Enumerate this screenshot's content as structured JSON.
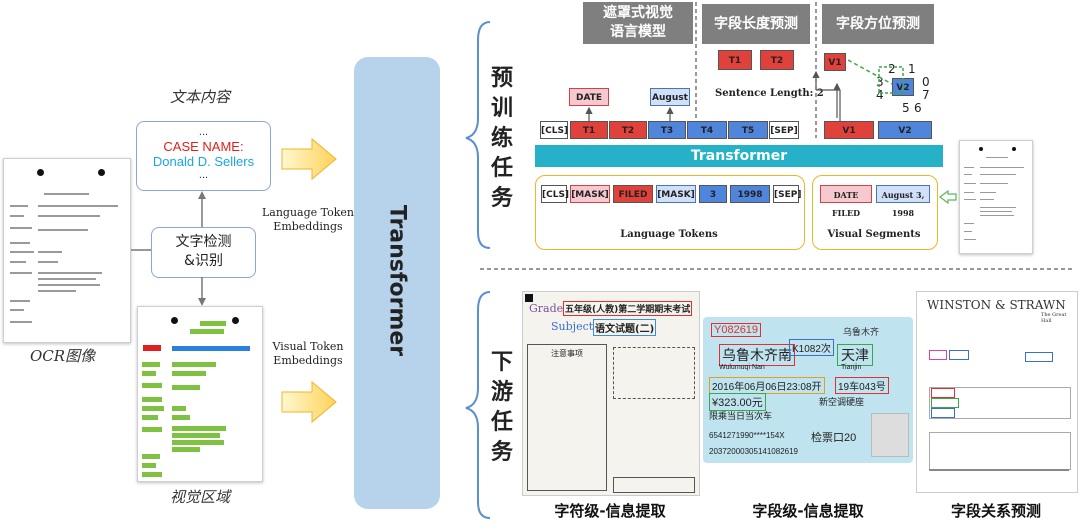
{
  "left": {
    "ocr_caption": "OCR图像",
    "text_content_caption": "文本内容",
    "text_box": {
      "ellipsis_top": "...",
      "case_name": "CASE NAME:",
      "person": "Donald D. Sellers",
      "ellipsis_bottom": "..."
    },
    "detect_box": {
      "line1": "文字检测",
      "line2": "&识别"
    },
    "visual_caption": "视觉区域",
    "language_embed": {
      "line1": "Language Token",
      "line2": "Embeddings"
    },
    "visual_embed": {
      "line1": "Visual Token",
      "line2": "Embeddings"
    }
  },
  "center": {
    "transformer_label": "Transformer"
  },
  "pretrain": {
    "side_label": [
      "预",
      "训",
      "练",
      "任",
      "务"
    ],
    "task1": {
      "line1": "遮罩式视觉",
      "line2": "语言模型"
    },
    "task2": "字段长度预测",
    "task3": "字段方位预测",
    "mlm_outputs": [
      "DATE",
      "August"
    ],
    "length_tokens": [
      "T1",
      "T2"
    ],
    "sentence_length": "Sentence Length: 2",
    "position": {
      "v1": "V1",
      "v2": "V2",
      "digits": [
        "2",
        "1",
        "3",
        "0",
        "4",
        "7",
        "5",
        "6"
      ]
    },
    "seq_tokens": [
      "[CLS]",
      "T1",
      "T2",
      "T3",
      "T4",
      "T5",
      "[SEP]",
      "V1",
      "V2"
    ],
    "transformer_bar": "Transformer",
    "language_tokens": [
      "[CLS]",
      "[MASK]",
      "FILED",
      "[MASK]",
      "3",
      "1998",
      "[SEP]"
    ],
    "language_tokens_label": "Language Tokens",
    "visual_segments": [
      "DATE FILED",
      "August 3, 1998"
    ],
    "visual_segments_label": "Visual Segments"
  },
  "downstream": {
    "side_label": [
      "下",
      "游",
      "任",
      "务"
    ],
    "captions": [
      "字符级-信息提取",
      "字段级-信息提取",
      "字段关系预测"
    ],
    "exam": {
      "grade": "Grade",
      "grade_text": "五年级(人教)第二学期期末考试",
      "subject": "Subject",
      "subject_text": "语文试题(二)",
      "notice": "注意事项"
    },
    "ticket": {
      "code": "Y082619",
      "from": "乌鲁木齐南",
      "train": "K1082次",
      "to": "天津",
      "from_pinyin": "Wulumuqi Nan",
      "to_pinyin": "Tianjin",
      "date": "2016年06月06日23:08开",
      "seat": "19车043号",
      "price": "¥323.00元",
      "note": "限乘当日当次车",
      "class": "新空调硬座",
      "id": "6541271990****154X",
      "gate": "检票口20",
      "serial": "20372000305141082619",
      "station": "乌鲁木齐"
    },
    "letter": {
      "brand": "WINSTON & STRAWN",
      "logo_text": "The Great Hall"
    }
  }
}
